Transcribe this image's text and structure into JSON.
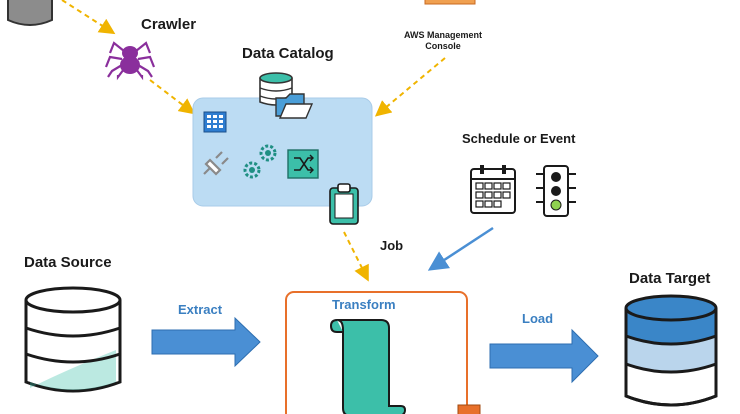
{
  "labels": {
    "crawler": "Crawler",
    "data_catalog": "Data Catalog",
    "aws_console": "AWS Management\nConsole",
    "schedule_event": "Schedule or Event",
    "job": "Job",
    "data_source": "Data Source",
    "extract": "Extract",
    "transform": "Transform",
    "load": "Load",
    "data_target": "Data Target"
  },
  "colors": {
    "teal": "#3cbfa9",
    "catalog_bg": "#bcdcf3",
    "arrow_blue": "#4a8fd4",
    "dashed": "#f0b400",
    "transform_border": "#e8702a",
    "spider": "#8a2f9c",
    "target_fill": "#3a86c8"
  }
}
